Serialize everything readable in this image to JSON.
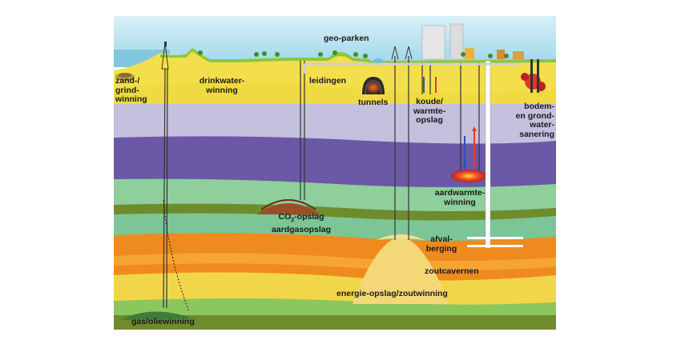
{
  "labels": {
    "geo_parken": "geo-parken",
    "zand_grind": [
      "zand-/",
      "grind-",
      "winning"
    ],
    "drinkwater": [
      "drinkwater-",
      "winning"
    ],
    "leidingen": "leidingen",
    "tunnels": "tunnels",
    "koude_warmte": [
      "koude/",
      "warmte-",
      "opslag"
    ],
    "bodem": [
      "bodem-",
      "en grond-",
      "water-",
      "sanering"
    ],
    "aardwarmte": [
      "aardwarmte-",
      "winning"
    ],
    "co2_prefix": "CO",
    "co2_sub": "2",
    "co2_suffix": "-opslag",
    "aardgasopslag": "aardgasopslag",
    "afval": [
      "afval-",
      "berging"
    ],
    "zoutcavernen": "zoutcavernen",
    "energie": "energie-opslag/zoutwinning",
    "gasolie": "gas/oliewinning"
  },
  "colors": {
    "sky": "#bfe6f2",
    "sea": "#8fd0e2",
    "yellow": "#f4e04a",
    "lavender": "#c3bfdf",
    "purple": "#6d5aa8",
    "green_light": "#8fcf9d",
    "green_dark": "#6f8f2a",
    "orange": "#f08c1c",
    "salt": "#f5d97a",
    "co2_dome": "#9a4d2a",
    "hot": "#e8382a",
    "cold": "#2f4fb8"
  }
}
